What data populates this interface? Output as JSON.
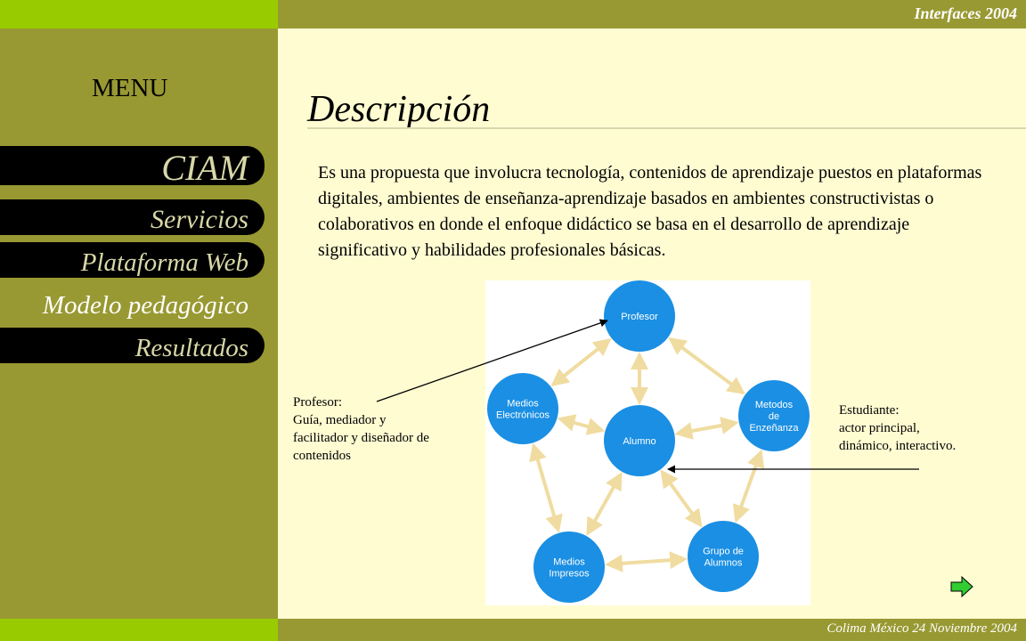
{
  "header": {
    "title": "Interfaces 2004"
  },
  "footer": {
    "text": "Colima México 24 Noviembre 2004"
  },
  "sidebar": {
    "menu_label": "MENU",
    "items": [
      {
        "label": "CIAM"
      },
      {
        "label": "Servicios"
      },
      {
        "label": "Plataforma Web"
      },
      {
        "label": "Modelo pedagógico"
      },
      {
        "label": "Resultados"
      }
    ]
  },
  "main": {
    "title": "Descripción",
    "body": "Es una propuesta que involucra tecnología, contenidos de aprendizaje puestos en plataformas digitales, ambientes de enseñanza-aprendizaje basados en ambientes constructivistas o colaborativos en donde el enfoque didáctico se basa en el desarrollo de aprendizaje significativo y habilidades profesionales básicas."
  },
  "diagram": {
    "nodes": {
      "profesor": [
        "Profesor"
      ],
      "metodos": [
        "Metodos",
        "de",
        "Enzeñanza"
      ],
      "grupo": [
        "Grupo de",
        "Alumnos"
      ],
      "impresos": [
        "Medios",
        "Impresos"
      ],
      "electronicos": [
        "Medios",
        "Electrónicos"
      ],
      "alumno": [
        "Alumno"
      ]
    },
    "colors": {
      "node": "#1a8fe3",
      "arrow": "#f0dca0",
      "background": "#ffffff"
    }
  },
  "annotations": {
    "profesor": [
      "Profesor:",
      "Guía, mediador y",
      "facilitador y diseñador de",
      "contenidos"
    ],
    "estudiante": [
      "Estudiante:",
      "actor principal,",
      "dinámico, interactivo."
    ]
  },
  "icons": {
    "next": "arrow-right-icon"
  },
  "colors": {
    "sidebar": "#999933",
    "accent": "#99cc00",
    "content_bg": "#fffcd2",
    "nav_bg": "#000000"
  }
}
